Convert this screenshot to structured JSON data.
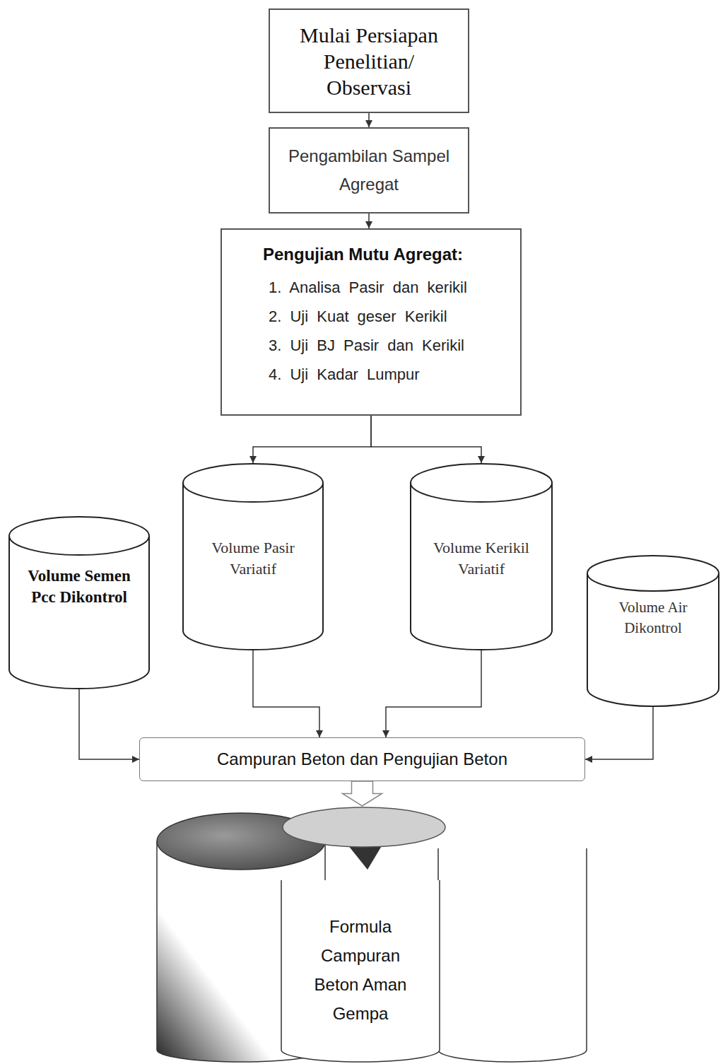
{
  "diagram": {
    "nodes": [
      {
        "text": [
          "Mulai Persiapan Penelitian/ Observasi"
        ]
      },
      {
        "text": [
          "Pengambilan Sampel Agregat"
        ]
      },
      {
        "text": [
          "Pengujian Mutu Agregat:",
          "1. Analisa Pasir dan kerikil",
          "2. Uji Kuat geser Kerikil",
          "3. Uji BJ Pasir dan Kerikil",
          "4. Uji Kadar Lumpur"
        ]
      },
      {
        "text": [
          "Volume Semen Pcc Dikontrol"
        ]
      },
      {
        "text": [
          "Volume Pasir Variatif"
        ]
      },
      {
        "text": [
          "Volume Kerikil Variatif"
        ]
      },
      {
        "text": [
          "Volume Air Dikontrol"
        ]
      },
      {
        "text": [
          "Campuran Beton dan Pengujian Beton"
        ]
      },
      {
        "text": [
          "Formula Campuran Beton Aman Gempa"
        ]
      }
    ],
    "edges": [
      {
        "from": 0,
        "to": 1,
        "arrow": "to"
      },
      {
        "from": 1,
        "to": 2,
        "arrow": "to"
      },
      {
        "from": 2,
        "to": 4,
        "arrow": "to"
      },
      {
        "from": 2,
        "to": 5,
        "arrow": "to"
      },
      {
        "from": 4,
        "to": 7,
        "arrow": "to"
      },
      {
        "from": 5,
        "to": 7,
        "arrow": "to"
      },
      {
        "from": 3,
        "to": 7,
        "arrow": "to"
      },
      {
        "from": 6,
        "to": 7,
        "arrow": "to"
      },
      {
        "from": 7,
        "to": 8,
        "arrow": "to"
      }
    ]
  }
}
